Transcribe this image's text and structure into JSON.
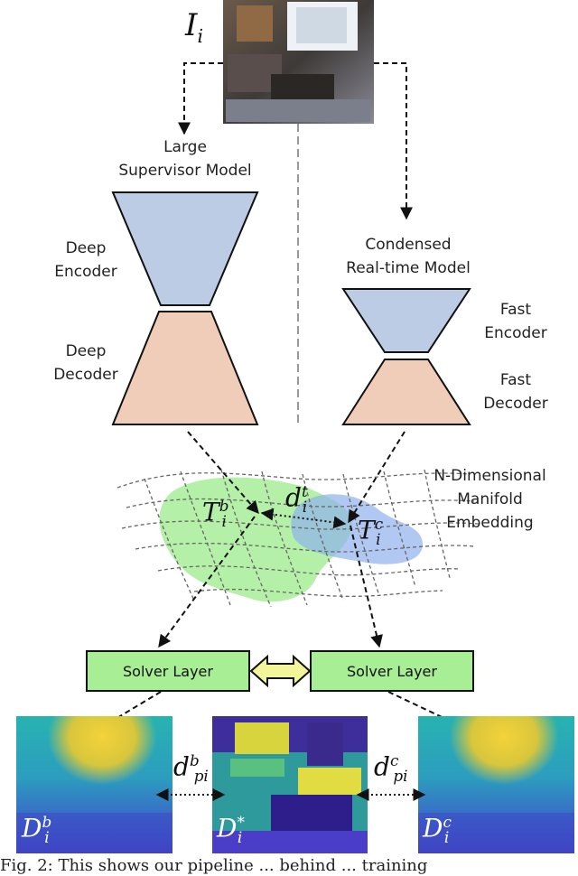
{
  "input": {
    "symbol": "I",
    "subscript": "i"
  },
  "supervisor": {
    "title_line1": "Large",
    "title_line2": "Supervisor Model",
    "encoder_line1": "Deep",
    "encoder_line2": "Encoder",
    "decoder_line1": "Deep",
    "decoder_line2": "Decoder"
  },
  "condensed": {
    "title_line1": "Condensed",
    "title_line2": "Real-time Model",
    "encoder_line1": "Fast",
    "encoder_line2": "Encoder",
    "decoder_line1": "Fast",
    "decoder_line2": "Decoder"
  },
  "manifold": {
    "label_line1": "N-Dimensional",
    "label_line2": "Manifold",
    "label_line3": "Embedding",
    "tb": {
      "base": "T",
      "sub": "i",
      "sup": "b"
    },
    "tc": {
      "base": "T",
      "sub": "i",
      "sup": "c"
    },
    "dt": {
      "base": "d",
      "sub": "i",
      "sup": "t"
    }
  },
  "solvers": {
    "left_label": "Solver Layer",
    "right_label": "Solver Layer"
  },
  "outputs": {
    "db": {
      "base": "D",
      "sub": "i",
      "sup": "b"
    },
    "dstar": {
      "base": "D",
      "sub": "i",
      "sup": "*"
    },
    "dc": {
      "base": "D",
      "sub": "i",
      "sup": "c"
    },
    "dpib": {
      "base": "d",
      "sub": "pi",
      "sup": "b"
    },
    "dpic": {
      "base": "d",
      "sub": "pi",
      "sup": "c"
    }
  },
  "caption": "Fig. 2: This shows our pipeline ... behind ... training"
}
